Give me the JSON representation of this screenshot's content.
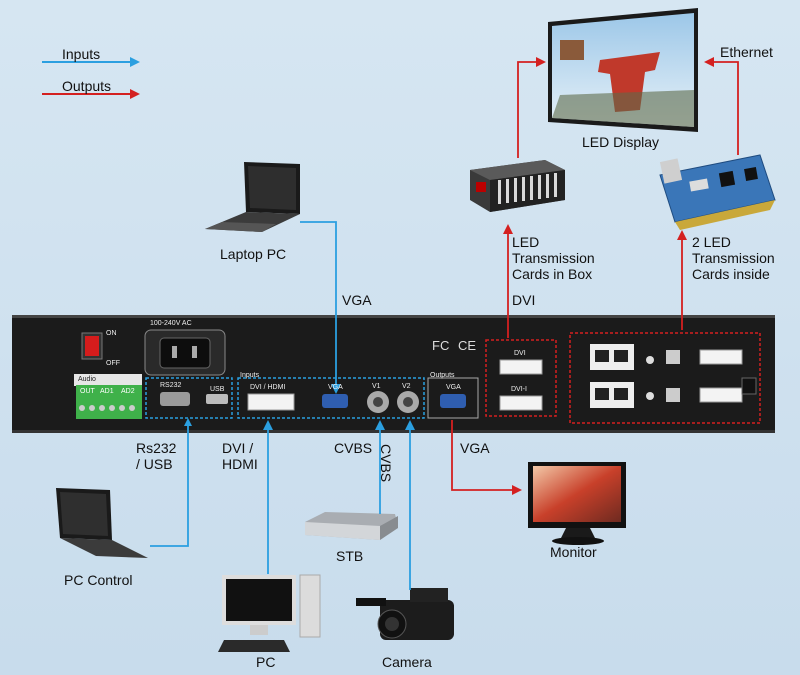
{
  "legend": {
    "inputs": "Inputs",
    "outputs": "Outputs"
  },
  "devices": {
    "led_display": "LED Display",
    "ethernet": "Ethernet",
    "cards_box": [
      "LED",
      "Transmission",
      "Cards in Box"
    ],
    "cards_inside": [
      "2 LED",
      "Transmission",
      "Cards inside"
    ],
    "dvi_out": "DVI",
    "laptop": "Laptop PC",
    "vga_in": "VGA",
    "rs232": [
      "Rs232",
      "/ USB"
    ],
    "dvi_hdmi": [
      "DVI /",
      "HDMI"
    ],
    "cvbs1": "CVBS",
    "cvbs2": "CVBS",
    "vga_out": "VGA",
    "monitor": "Monitor",
    "stb": "STB",
    "pc_control": "PC Control",
    "pc": "PC",
    "camera": "Camera"
  },
  "panel": {
    "on": "ON",
    "off": "OFF",
    "power_rating": "100-240V AC",
    "audio": "Audio",
    "out": "OUT",
    "ad1": "AD1",
    "ad2": "AD2",
    "rs232": "RS232",
    "usb": "USB",
    "inputs": "Inputs",
    "dvi_hdmi": "DVI / HDMI",
    "vga": "VGA",
    "v1": "V1",
    "v2": "V2",
    "outputs": "Outputs",
    "vga_out": "VGA",
    "dvi": "DVI",
    "dvi_i": "DVI-I",
    "fc": "FC",
    "ce": "CE"
  },
  "colors": {
    "input_line": "#2b9fe0",
    "output_line": "#d42020",
    "panel": "#1b1b1b"
  }
}
